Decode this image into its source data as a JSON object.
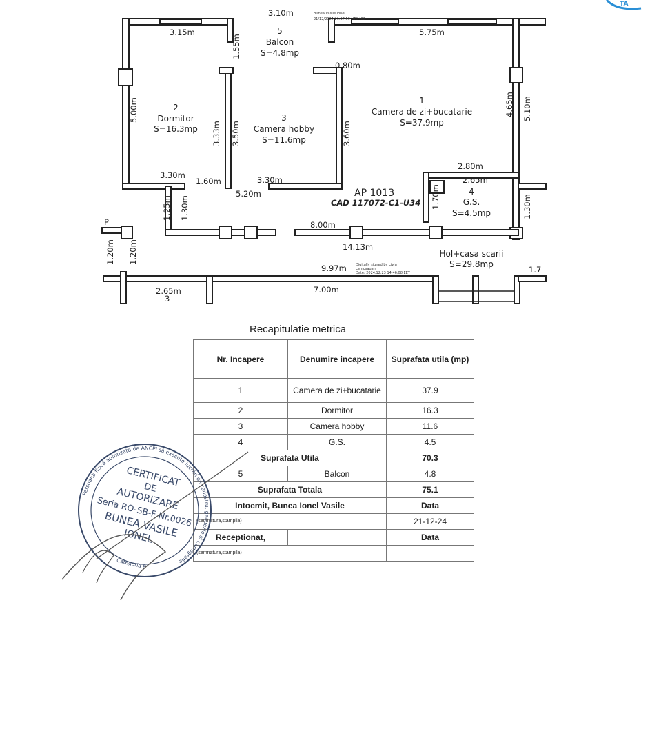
{
  "plan": {
    "signature_name": "Bunea Vasile Ionel",
    "signature_date": "21/12/2024 21:37:59 UTC+02",
    "digital_sig_note": "Digitally signed by Liviu",
    "digital_sig_note2": "Lamosagan",
    "digital_sig_date": "Date: 2024.12.23 14:46:08 EET",
    "apartment": "AP 1013",
    "cadastral": "CAD 117072-C1-U34",
    "rooms": [
      {
        "nr": "1",
        "name": "Camera de zi+bucatarie",
        "area": "S=37.9mp"
      },
      {
        "nr": "2",
        "name": "Dormitor",
        "area": "S=16.3mp"
      },
      {
        "nr": "3",
        "name": "Camera hobby",
        "area": "S=11.6mp"
      },
      {
        "nr": "4",
        "name": "G.S.",
        "area": "S=4.5mp"
      },
      {
        "nr": "5",
        "name": "Balcon",
        "area": "S=4.8mp"
      }
    ],
    "hall_name": "Hol+casa scarii",
    "hall_area": "S=29.8mp",
    "bottom_room_nr": "3",
    "letter_p": "P",
    "dims": {
      "d310": "3.10m",
      "d315": "3.15m",
      "d155": "1.55m",
      "d575": "5.75m",
      "d080": "0.80m",
      "d500": "5.00m",
      "d333": "3.33m",
      "d350": "3.50m",
      "d360": "3.60m",
      "d465": "4.65m",
      "d510": "5.10m",
      "d330a": "3.30m",
      "d160": "1.60m",
      "d330b": "3.30m",
      "d520": "5.20m",
      "d280": "2.80m",
      "d265": "2.65m",
      "d170": "1.70m",
      "d130a": "1.30m",
      "d125": "1.25m",
      "d130b": "1.30m",
      "d800": "8.00m",
      "d1413": "14.13m",
      "d120a": "1.20m",
      "d120b": "1.20m",
      "d997": "9.97m",
      "d17": "1.7",
      "d265b": "2.65m",
      "d700": "7.00m"
    }
  },
  "table": {
    "title": "Recapitulatie metrica",
    "headers": [
      "Nr. Incapere",
      "Denumire incapere",
      "Suprafata utila (mp)"
    ],
    "rows": [
      {
        "nr": "1",
        "name": "Camera de zi+bucatarie",
        "area": "37.9"
      },
      {
        "nr": "2",
        "name": "Dormitor",
        "area": "16.3"
      },
      {
        "nr": "3",
        "name": "Camera hobby",
        "area": "11.6"
      },
      {
        "nr": "4",
        "name": "G.S.",
        "area": "4.5"
      }
    ],
    "useful_label": "Suprafata Utila",
    "useful_value": "70.3",
    "balcony": {
      "nr": "5",
      "name": "Balcon",
      "area": "4.8"
    },
    "total_label": "Suprafata Totala",
    "total_value": "75.1",
    "author_label": "Intocmit, Bunea Ionel Vasile",
    "date_label": "Data",
    "sign_note": "(semnatura,stampila)",
    "date_value": "21-12-24",
    "received_label": "Receptionat,",
    "date_label2": "Data",
    "sign_note2": "(semnatura,stampila)"
  },
  "stamp": {
    "line1": "CERTIFICAT",
    "line2": "DE",
    "line3": "AUTORIZARE",
    "line4": "Seria RO-SB-F Nr.0026",
    "line5": "BUNEA VASILE",
    "line6": "IONEL",
    "category": "Categoria B",
    "ring": "Persoană fizică autorizată de ANCPI să execute lucrări de cadastru, geodezie și cartografie",
    "color": "#3a4a6a"
  },
  "corner_mark": "TA",
  "corner_color": "#2a8fd6"
}
